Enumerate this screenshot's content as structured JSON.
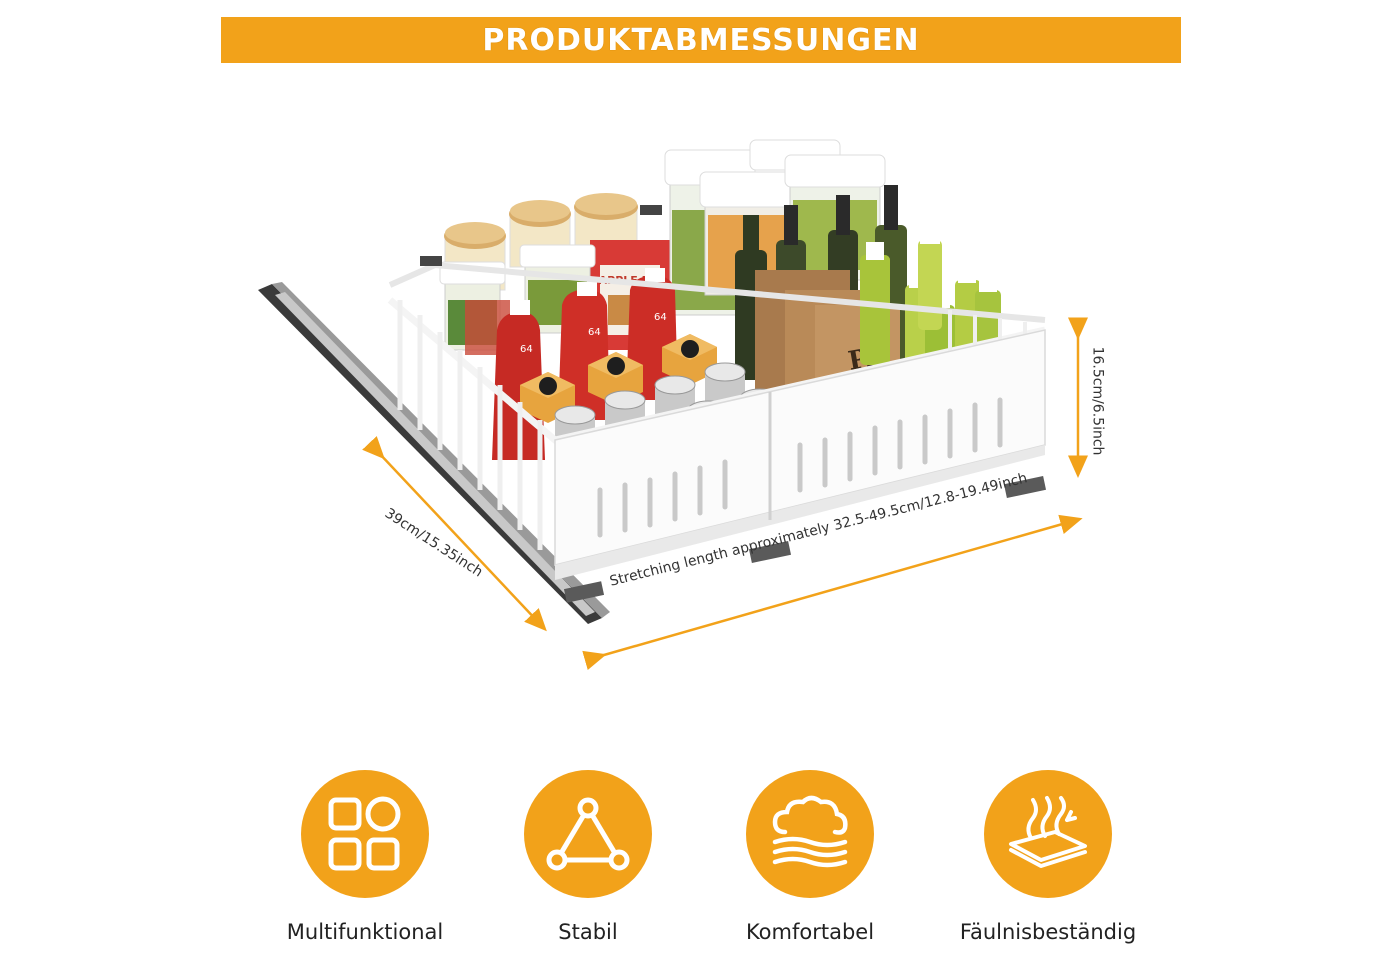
{
  "banner": {
    "title": "PRODUKTABMESSUNGEN",
    "color": "#f2a21a"
  },
  "dimensions": {
    "height": "16.5cm/6.5inch",
    "depth": "39cm/15.35inch",
    "width": "Stretching length approximately 32.5-49.5cm/12.8-19.49inch"
  },
  "product_labels": {
    "box_text": "APPLE PIE",
    "bottle_number": "64",
    "bag_text": "PA"
  },
  "features": [
    {
      "label": "Multifunktional",
      "icon": "grid-squares-icon"
    },
    {
      "label": "Stabil",
      "icon": "triangle-nodes-icon"
    },
    {
      "label": "Komfortabel",
      "icon": "cloud-layers-icon"
    },
    {
      "label": "Fäulnisbeständig",
      "icon": "heat-resistant-icon"
    }
  ],
  "accent_color": "#f2a21a"
}
